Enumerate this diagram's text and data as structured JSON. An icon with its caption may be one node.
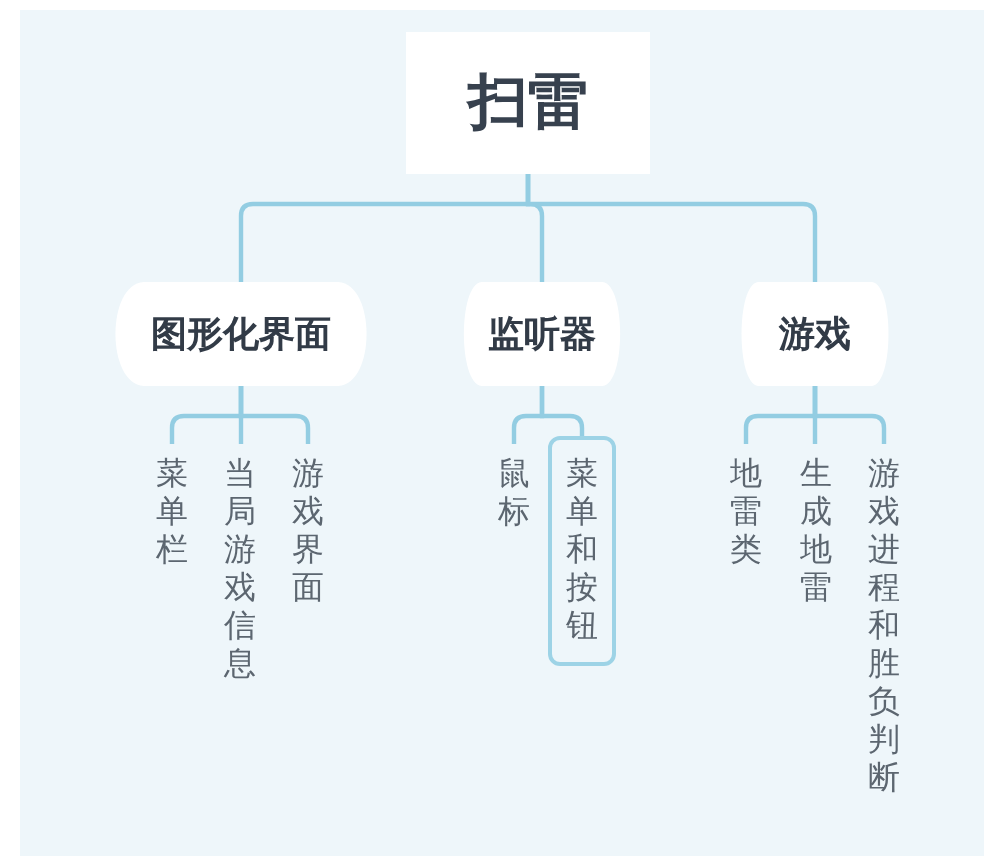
{
  "diagram": {
    "nodes": [
      {
        "text": [
          "扫雷"
        ]
      },
      {
        "text": [
          "图形化界面"
        ]
      },
      {
        "text": [
          "监听器"
        ]
      },
      {
        "text": [
          "游戏"
        ]
      },
      {
        "text": [
          "菜单栏"
        ]
      },
      {
        "text": [
          "当局游戏信息"
        ]
      },
      {
        "text": [
          "游戏界面"
        ]
      },
      {
        "text": [
          "鼠标"
        ]
      },
      {
        "text": [
          "菜单和按钮"
        ]
      },
      {
        "text": [
          "地雷类"
        ]
      },
      {
        "text": [
          "生成地雷"
        ]
      },
      {
        "text": [
          "游戏进程和胜负判断"
        ]
      }
    ],
    "edges": [
      {
        "from": 0,
        "to": 1,
        "arrow": "none"
      },
      {
        "from": 0,
        "to": 2,
        "arrow": "none"
      },
      {
        "from": 0,
        "to": 3,
        "arrow": "none"
      },
      {
        "from": 1,
        "to": 4,
        "arrow": "none"
      },
      {
        "from": 1,
        "to": 5,
        "arrow": "none"
      },
      {
        "from": 1,
        "to": 6,
        "arrow": "none"
      },
      {
        "from": 2,
        "to": 7,
        "arrow": "none"
      },
      {
        "from": 2,
        "to": 8,
        "arrow": "none"
      },
      {
        "from": 3,
        "to": 9,
        "arrow": "none"
      },
      {
        "from": 3,
        "to": 10,
        "arrow": "none"
      },
      {
        "from": 3,
        "to": 11,
        "arrow": "none"
      }
    ]
  }
}
